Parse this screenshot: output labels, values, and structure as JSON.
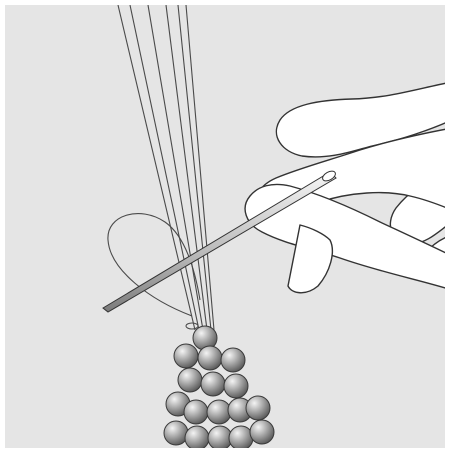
{
  "colors": {
    "frame_background": "#ffffff",
    "panel_background": "#e5e5e5",
    "outline": "#3a3a3a",
    "thread": "#555555",
    "skin": "#ffffff",
    "bead_light": "#d9d9d9",
    "bead_mid": "#9a9a9a",
    "bead_dark": "#6a6a6a",
    "needle_light": "#f2f2f2",
    "needle_dark": "#8a8a8a"
  },
  "icons": [
    "hand-illustration",
    "needle-illustration",
    "thread-illustration",
    "bead-cluster-illustration"
  ]
}
